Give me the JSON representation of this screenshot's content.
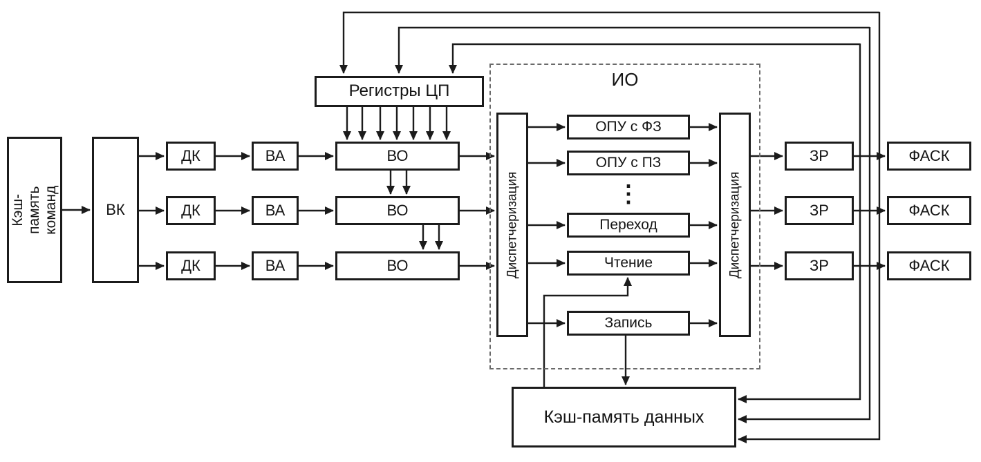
{
  "diagram": {
    "instruction_cache": "Кэш-память\nкоманд",
    "fetch": "ВК",
    "decode": "ДК",
    "va": "ВА",
    "vo": "ВО",
    "registers": "Регистры ЦП",
    "io": "ИО",
    "dispatch": "Диспетчеризация",
    "units": {
      "fz": "ОПУ с ФЗ",
      "pz": "ОПУ с ПЗ",
      "dots": "⋮",
      "branch": "Переход",
      "read": "Чтение",
      "write": "Запись"
    },
    "zr": "ЗР",
    "fask": "ФАСК",
    "data_cache": "Кэш-память данных"
  }
}
